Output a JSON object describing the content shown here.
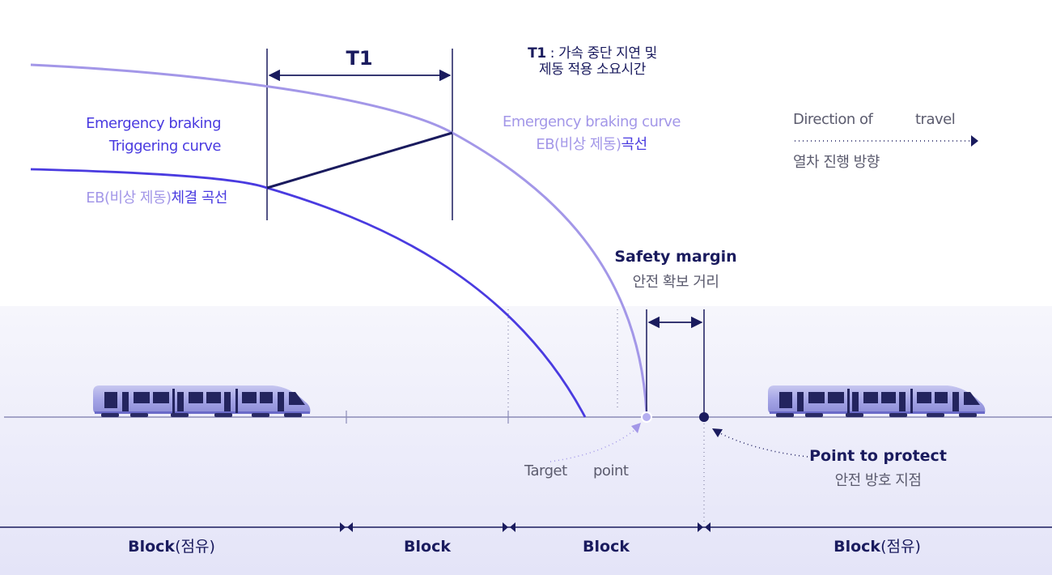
{
  "t1": {
    "label": "T1",
    "desc_key": "T1",
    "desc_line1": " : 가속 중단 지연 및",
    "desc_line2": "제동 적용 소요시간"
  },
  "left_labels": {
    "triggering_line1": "Emergency braking",
    "triggering_line2": "Triggering curve",
    "eb_light": "EB(비상 제동)",
    "eb_dark": "체결 곡선"
  },
  "center_labels": {
    "curve_line1": "Emergency braking curve",
    "eb_light": "EB(비상 제동)",
    "eb_dark": "곡선"
  },
  "direction": {
    "word1": "Direction of",
    "word2": "travel",
    "korean": "열차 진행 방향"
  },
  "safety_margin": {
    "en": "Safety margin",
    "ko": "안전 확보 거리"
  },
  "target_point": {
    "word1": "Target",
    "word2": "point"
  },
  "point_to_protect": {
    "en": "Point to protect",
    "ko": "안전 방호 지점"
  },
  "blocks": {
    "b1_en": "Block",
    "b1_ko": "(점유)",
    "b2": "Block",
    "b3": "Block",
    "b4_en": "Block",
    "b4_ko": "(점유)"
  },
  "colors": {
    "navy": "#1a1b5e",
    "trigger_curve": "#4a3be0",
    "eb_curve": "#a397e8",
    "band_top": "#f4f4fb",
    "band_bottom": "#e6e6fa",
    "train_body": "#a8a8e8"
  },
  "icons": {
    "train_left": "train-icon",
    "train_right": "train-icon",
    "arrow": "arrow-right-icon"
  }
}
